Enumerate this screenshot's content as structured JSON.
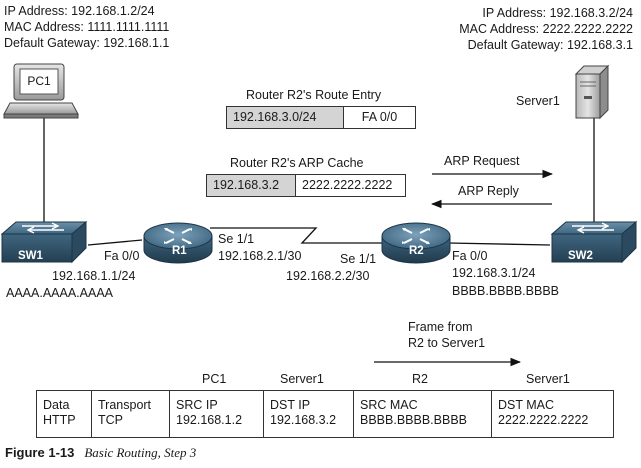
{
  "pc1": {
    "ip": "IP Address: 192.168.1.2/24",
    "mac": "MAC Address: 1111.1111.1111",
    "gateway": "Default Gateway: 192.168.1.1",
    "label": "PC1"
  },
  "server1": {
    "ip": "IP Address: 192.168.3.2/24",
    "mac": "MAC Address: 2222.2222.2222",
    "gateway": "Default Gateway: 192.168.3.1",
    "label": "Server1"
  },
  "route_entry": {
    "title": "Router R2's Route Entry",
    "network": "192.168.3.0/24",
    "interface": "FA 0/0"
  },
  "arp_cache": {
    "title": "Router R2's ARP Cache",
    "ip": "192.168.3.2",
    "mac": "2222.2222.2222"
  },
  "arp_request": "ARP Request",
  "arp_reply": "ARP Reply",
  "sw1": {
    "label": "SW1"
  },
  "sw2": {
    "label": "SW2"
  },
  "r1": {
    "label": "R1",
    "fa_if": "Fa 0/0",
    "fa_ip": "192.168.1.1/24",
    "fa_mac": "AAAA.AAAA.AAAA",
    "se_if": "Se 1/1",
    "se_ip": "192.168.2.1/30"
  },
  "r2": {
    "label": "R2",
    "se_if": "Se 1/1",
    "se_ip": "192.168.2.2/30",
    "fa_if": "Fa 0/0",
    "fa_ip": "192.168.3.1/24",
    "fa_mac": "BBBB.BBBB.BBBB"
  },
  "frame": {
    "title_line1": "Frame from",
    "title_line2": "R2 to Server1",
    "headers": [
      "PC1",
      "Server1",
      "R2",
      "Server1"
    ],
    "cells": [
      [
        "Data",
        "HTTP"
      ],
      [
        "Transport",
        "TCP"
      ],
      [
        "SRC IP",
        "192.168.1.2"
      ],
      [
        "DST IP",
        "192.168.3.2"
      ],
      [
        "SRC MAC",
        "BBBB.BBBB.BBBB"
      ],
      [
        "DST MAC",
        "2222.2222.2222"
      ]
    ]
  },
  "caption": {
    "figure": "Figure 1-13",
    "title": "Basic Routing, Step 3"
  }
}
